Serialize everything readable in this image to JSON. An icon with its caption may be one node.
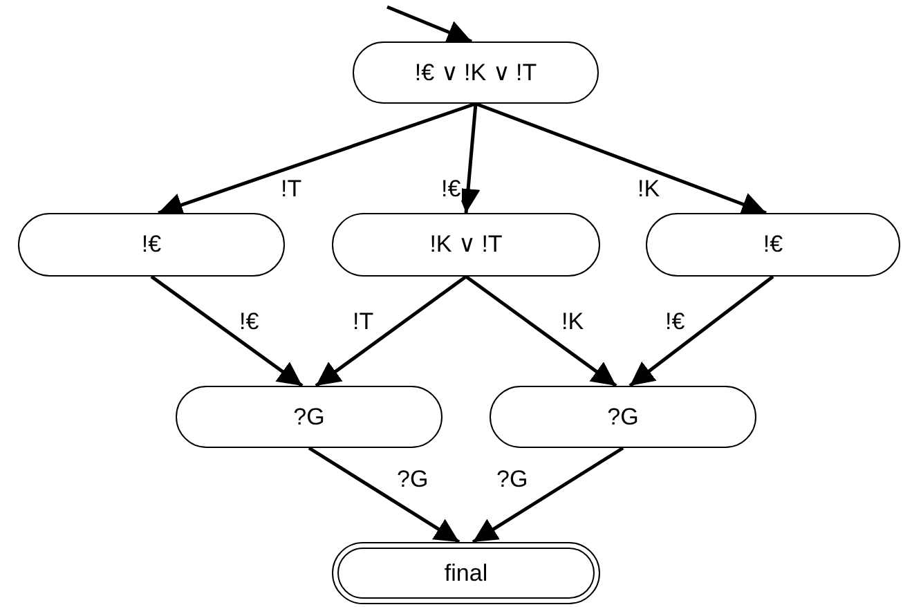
{
  "diagram": {
    "nodes": [
      {
        "text": [
          "!€ ∨ !K ∨ !T"
        ]
      },
      {
        "text": [
          "!€"
        ]
      },
      {
        "text": [
          "!K ∨ !T"
        ]
      },
      {
        "text": [
          "!€"
        ]
      },
      {
        "text": [
          "?G"
        ]
      },
      {
        "text": [
          "?G"
        ]
      },
      {
        "text": [
          "final"
        ]
      }
    ],
    "edges": [
      {
        "from": null,
        "to": 0,
        "arrow": "to"
      },
      {
        "from": 0,
        "to": 1,
        "arrow": "to",
        "label": "!T"
      },
      {
        "from": 0,
        "to": 2,
        "arrow": "to",
        "label": "!€"
      },
      {
        "from": 0,
        "to": 3,
        "arrow": "to",
        "label": "!K"
      },
      {
        "from": 1,
        "to": 4,
        "arrow": "to",
        "label": "!€"
      },
      {
        "from": 2,
        "to": 4,
        "arrow": "to",
        "label": "!T"
      },
      {
        "from": 2,
        "to": 5,
        "arrow": "to",
        "label": "!K"
      },
      {
        "from": 3,
        "to": 5,
        "arrow": "to",
        "label": "!€"
      },
      {
        "from": 4,
        "to": 6,
        "arrow": "to",
        "label": "?G"
      },
      {
        "from": 5,
        "to": 6,
        "arrow": "to",
        "label": "?G"
      }
    ]
  }
}
